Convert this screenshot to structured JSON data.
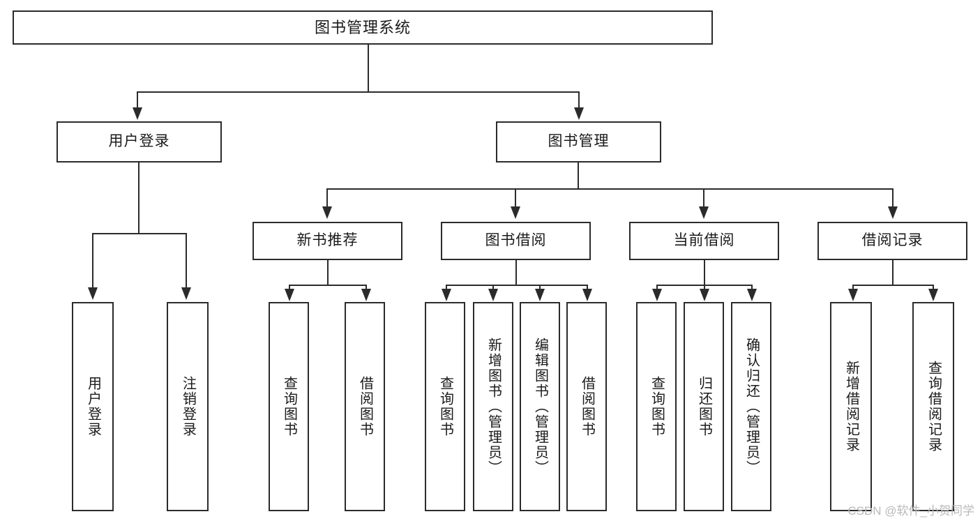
{
  "diagram": {
    "title": "图书管理系统",
    "type": "tree-hierarchy-chart",
    "watermark": "CSDN @软件_小贺同学",
    "root": {
      "label": "图书管理系统"
    },
    "level2": [
      {
        "label": "用户登录"
      },
      {
        "label": "图书管理"
      }
    ],
    "level3": [
      {
        "label": "新书推荐"
      },
      {
        "label": "图书借阅"
      },
      {
        "label": "当前借阅"
      },
      {
        "label": "借阅记录"
      }
    ],
    "leaves": {
      "user_login": [
        {
          "label": "用户登录"
        },
        {
          "label": "注销登录"
        }
      ],
      "new_book": [
        {
          "label": "查询图书"
        },
        {
          "label": "借阅图书"
        }
      ],
      "book_borrow": [
        {
          "label": "查询图书"
        },
        {
          "label": "新增图书（管理员）"
        },
        {
          "label": "编辑图书（管理员）"
        },
        {
          "label": "借阅图书"
        }
      ],
      "current_borrow": [
        {
          "label": "查询图书"
        },
        {
          "label": "归还图书"
        },
        {
          "label": "确认归还（管理员）"
        }
      ],
      "borrow_record": [
        {
          "label": "新增借阅记录"
        },
        {
          "label": "查询借阅记录"
        }
      ]
    },
    "colors": {
      "stroke": "#2b2b2b",
      "fill": "#ffffff",
      "text": "#1a1a1a",
      "watermark": "#b9b9b9"
    }
  }
}
